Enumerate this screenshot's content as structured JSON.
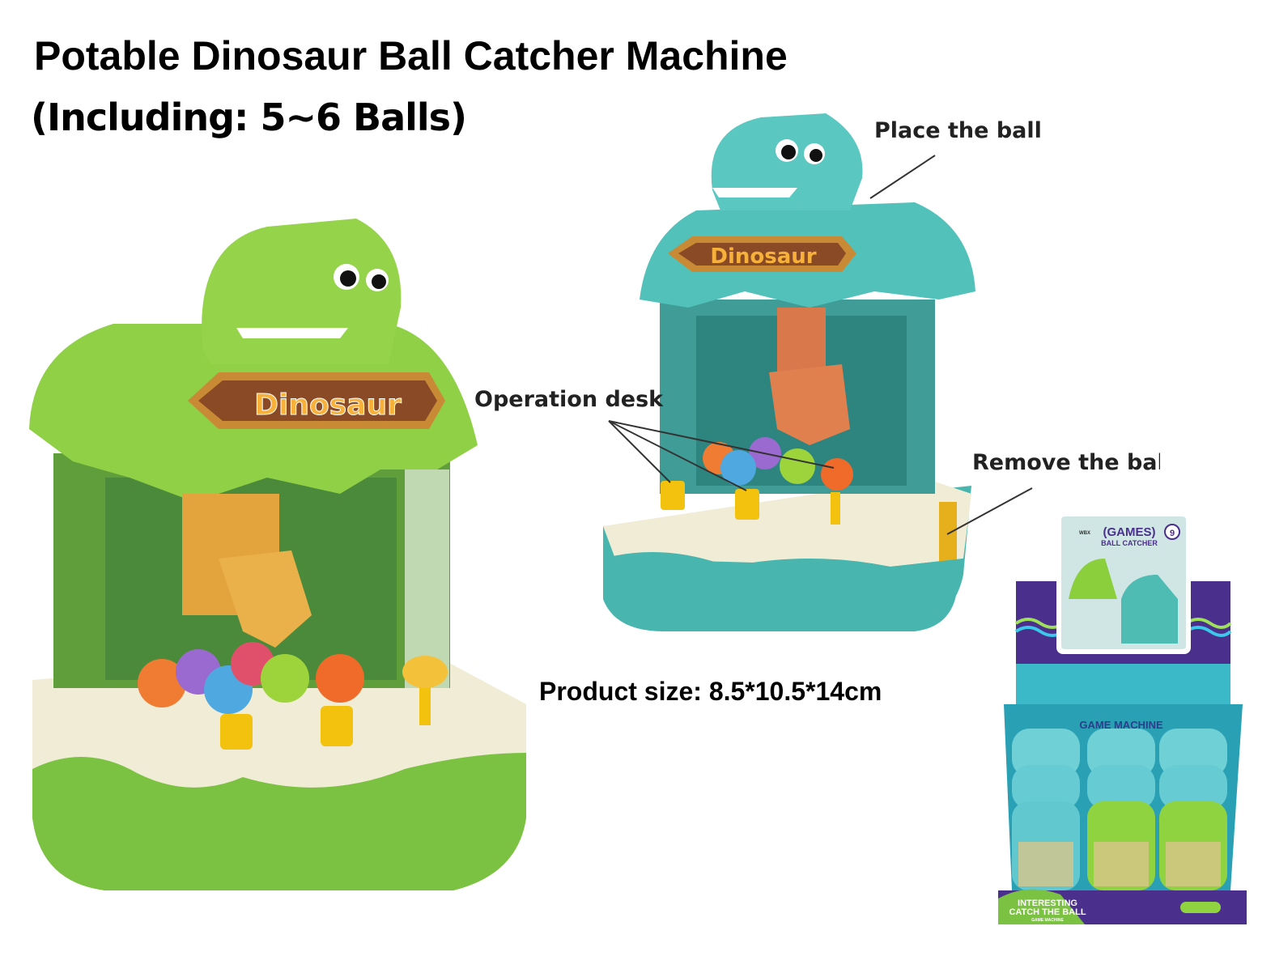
{
  "title": "Potable Dinosaur Ball Catcher Machine",
  "subtitle": "(Including: 5~6 Balls)",
  "callouts": {
    "place_ball": "Place the ball",
    "operation_desk": "Operation desk",
    "remove_ball": "Remove the ball"
  },
  "product_size": "Product size: 8.5*10.5*14cm",
  "machine_logo": "Dinosaur",
  "display_box": {
    "games": "(GAMES)",
    "ball_catcher": "BALL CATCHER",
    "age": "9",
    "brand": "WBX",
    "game_machine": "GAME MACHINE",
    "line1": "INTERESTING",
    "line2": "CATCH THE BALL",
    "line3": "GAME MACHINE"
  },
  "colors": {
    "green": "#8ccf3c",
    "teal": "#4fbcb3",
    "cream": "#f3efd8",
    "purple": "#4a2f8c"
  }
}
